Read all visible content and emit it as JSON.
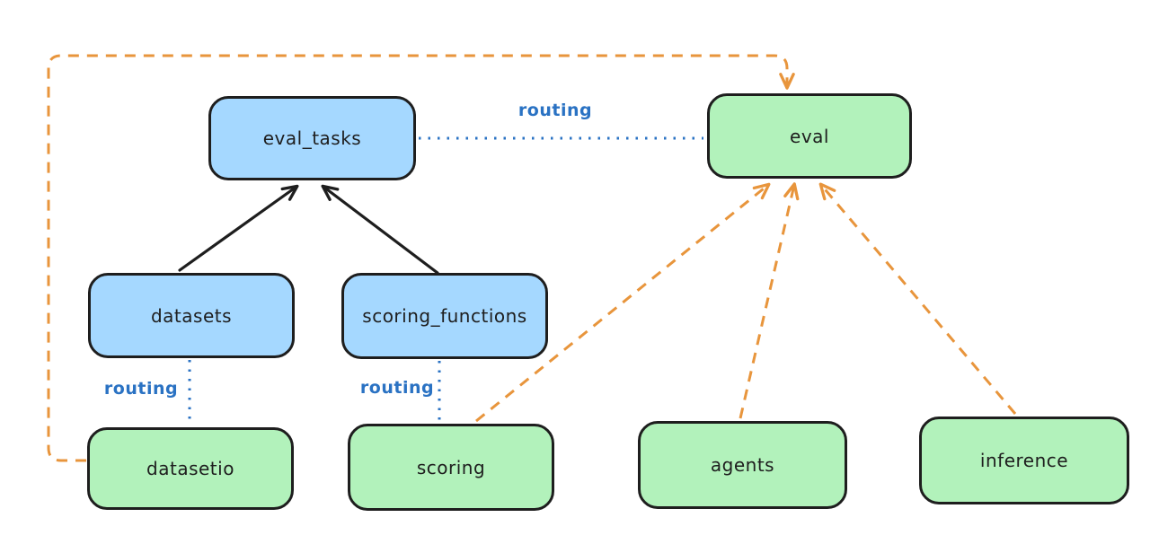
{
  "diagram": {
    "kind": "architecture-routing-diagram",
    "colors": {
      "background": "#ffffff",
      "box_blue": "#a5d8ff",
      "box_green": "#b2f2bb",
      "stroke": "#1e1e1e",
      "routing_blue": "#2a72c3",
      "orange": "#e8953c"
    },
    "nodes": [
      {
        "id": "eval_tasks",
        "label": "eval_tasks",
        "color": "blue"
      },
      {
        "id": "eval",
        "label": "eval",
        "color": "green"
      },
      {
        "id": "datasets",
        "label": "datasets",
        "color": "blue"
      },
      {
        "id": "scoring_functions",
        "label": "scoring_functions",
        "color": "blue"
      },
      {
        "id": "datasetio",
        "label": "datasetio",
        "color": "green"
      },
      {
        "id": "scoring",
        "label": "scoring",
        "color": "green"
      },
      {
        "id": "agents",
        "label": "agents",
        "color": "green"
      },
      {
        "id": "inference",
        "label": "inference",
        "color": "green"
      }
    ],
    "edges": [
      {
        "from": "datasets",
        "to": "eval_tasks",
        "style": "solid-arrow",
        "color": "black",
        "label": ""
      },
      {
        "from": "scoring_functions",
        "to": "eval_tasks",
        "style": "solid-arrow",
        "color": "black",
        "label": ""
      },
      {
        "from": "eval_tasks",
        "to": "eval",
        "style": "dotted",
        "color": "blue",
        "label": "routing"
      },
      {
        "from": "datasets",
        "to": "datasetio",
        "style": "dotted",
        "color": "blue",
        "label": "routing"
      },
      {
        "from": "scoring_functions",
        "to": "scoring",
        "style": "dotted",
        "color": "blue",
        "label": "routing"
      },
      {
        "from": "datasetio",
        "to": "eval",
        "style": "dashed-arrow",
        "color": "orange",
        "label": ""
      },
      {
        "from": "scoring",
        "to": "eval",
        "style": "dashed-arrow",
        "color": "orange",
        "label": ""
      },
      {
        "from": "agents",
        "to": "eval",
        "style": "dashed-arrow",
        "color": "orange",
        "label": ""
      },
      {
        "from": "inference",
        "to": "eval",
        "style": "dashed-arrow",
        "color": "orange",
        "label": ""
      }
    ]
  }
}
